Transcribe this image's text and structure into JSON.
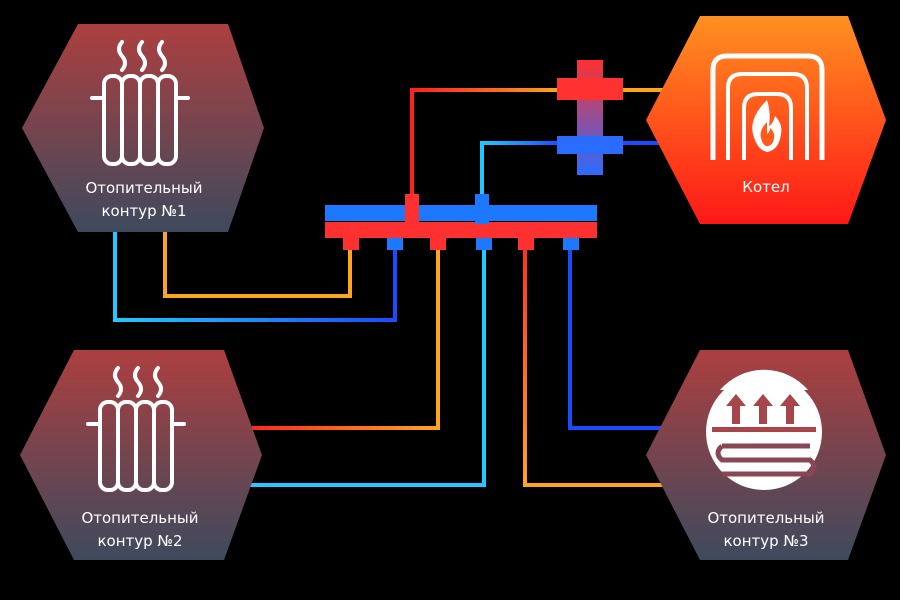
{
  "nodes": {
    "circuit1": {
      "line1": "Отопительный",
      "line2": "контур  №1",
      "icon": "radiator-icon"
    },
    "circuit2": {
      "line1": "Отопительный",
      "line2": "контур  №2",
      "icon": "radiator-icon"
    },
    "circuit3": {
      "line1": "Отопительный",
      "line2": "контур  №3",
      "icon": "underfloor-heating-icon"
    },
    "boiler": {
      "label": "Котел",
      "icon": "boiler-flame-icon"
    }
  },
  "colors": {
    "background": "#000000",
    "hex_top": "#a84040",
    "hex_bottom": "#3f4a5c",
    "boiler_top": "#ff8a1c",
    "boiler_bottom": "#ff1c1c",
    "supply_red": "#ff2a2a",
    "supply_orange": "#ffa41e",
    "return_blue": "#1a4cff",
    "return_cyan": "#22c8ff",
    "manifold_blue": "#1e78ff",
    "manifold_red": "#ff2f2f"
  }
}
